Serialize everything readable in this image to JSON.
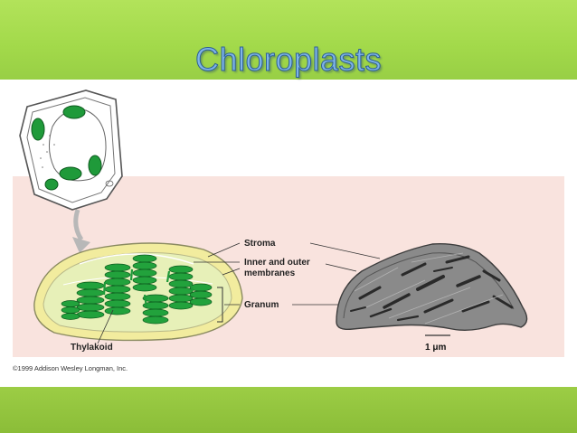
{
  "slide": {
    "title": "Chloroplasts",
    "copyright": "©1999 Addison Wesley Longman, Inc."
  },
  "labels": {
    "stroma": "Stroma",
    "inner_outer_1": "Inner and outer",
    "inner_outer_2": "membranes",
    "granum": "Granum",
    "thylakoid": "Thylakoid",
    "scale": "1 μm"
  },
  "colors": {
    "band_green": "#a2d94a",
    "title_blue": "#7fb5e8",
    "panel_pink": "#f9e3de",
    "chloroplast_green": "#1f9a3a"
  }
}
